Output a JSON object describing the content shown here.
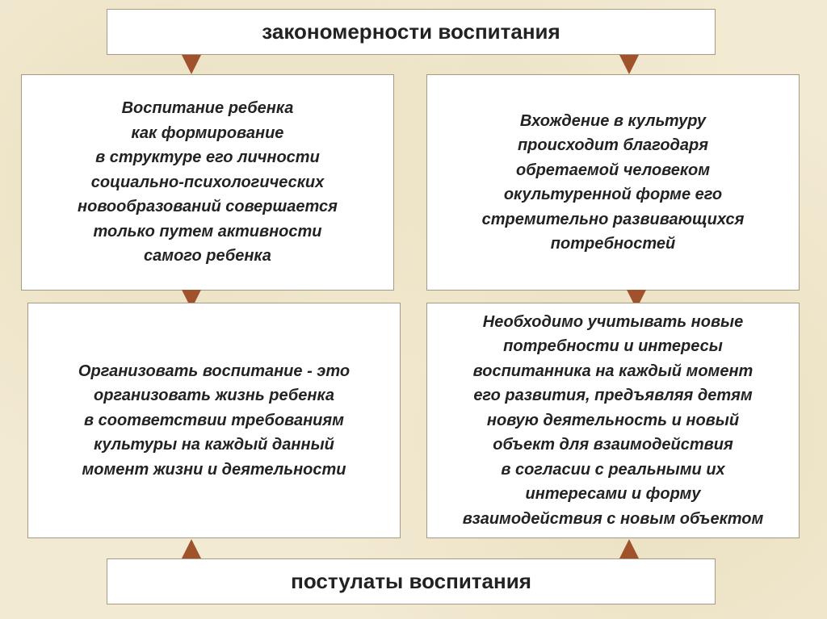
{
  "header": {
    "title": "закономерности воспитания"
  },
  "footer": {
    "title": "постулаты воспитания"
  },
  "boxes": {
    "top_left": "Воспитание ребенка\nкак формирование\nв структуре его личности\nсоциально-психологических\nновообразований совершается\nтолько путем активности\nсамого ребенка",
    "top_right": "Вхождение в культуру\nпроисходит благодаря\nобретаемой человеком\nокультуренной форме его\nстремительно развивающихся\nпотребностей",
    "bottom_left": "Организовать воспитание - это\nорганизовать жизнь ребенка\nв соответствии требованиям\nкультуры на каждый данный\nмомент жизни и деятельности",
    "bottom_right": "Необходимо учитывать новые\nпотребности и интересы\nвоспитанника на каждый момент\nего развития, предъявляя детям\nновую деятельность и новый\nобъект для взаимодействия\nв согласии с реальными их\nинтересами и форму\nвзаимодействия  с новым объектом"
  },
  "colors": {
    "arrow": "#a0522d",
    "border": "#a89a82",
    "background": "#f2ead2"
  }
}
